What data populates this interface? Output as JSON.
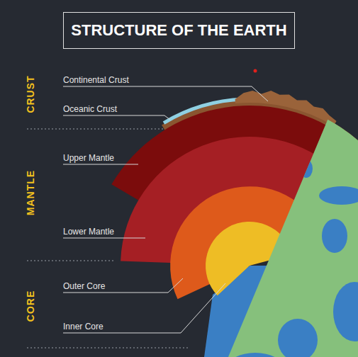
{
  "diagram": {
    "title": "STRUCTURE OF THE EARTH",
    "labels": [
      "CRUST",
      "Continental Crust",
      "Oceanic Crust",
      "MANTLE",
      "Upper Mantle",
      "Lower Mantle",
      "CORE",
      "Outer Core",
      "Inner Core"
    ]
  }
}
